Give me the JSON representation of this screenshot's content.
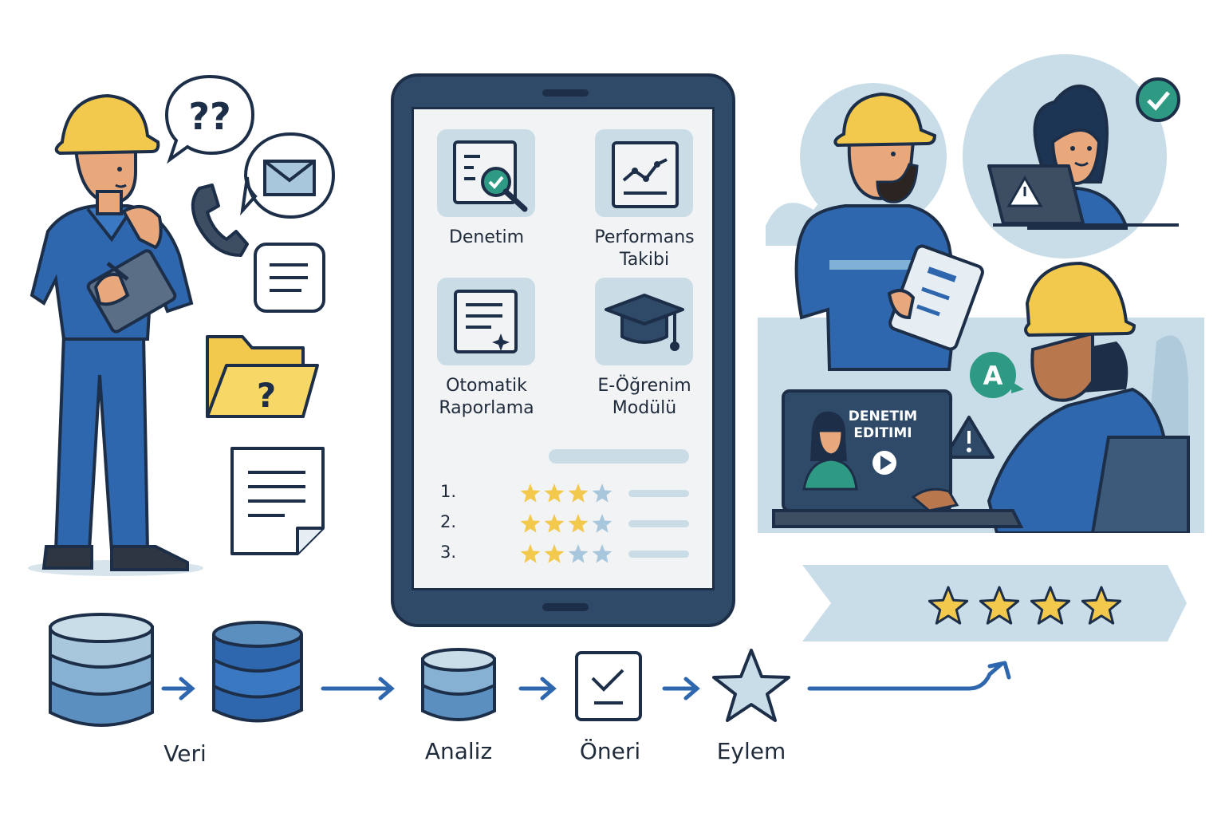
{
  "tablet": {
    "modules": [
      {
        "label": "Denetim",
        "icon": "inspection-search-icon"
      },
      {
        "label": "Performans\nTakibi",
        "icon": "performance-chart-icon"
      },
      {
        "label": "Otomatik\nRaporlama",
        "icon": "report-document-icon"
      },
      {
        "label": "E-Öğrenim\nModülü",
        "icon": "graduation-cap-icon"
      }
    ],
    "rankings": [
      {
        "rank": "1.",
        "stars": 3,
        "max": 4
      },
      {
        "rank": "2.",
        "stars": 3,
        "max": 4
      },
      {
        "rank": "3.",
        "stars": 2,
        "max": 4
      }
    ]
  },
  "video": {
    "title": "DENETIM\nEDITIMI"
  },
  "banner": {
    "stars": 4
  },
  "flow": {
    "steps": [
      "Veri",
      "Analiz",
      "Öneri",
      "Eylem"
    ]
  },
  "colors": {
    "navy": "#1f3b5c",
    "blue": "#2e67ad",
    "lightBlue": "#c9dde8",
    "yellow": "#f2c94c",
    "green": "#2f9a84"
  }
}
